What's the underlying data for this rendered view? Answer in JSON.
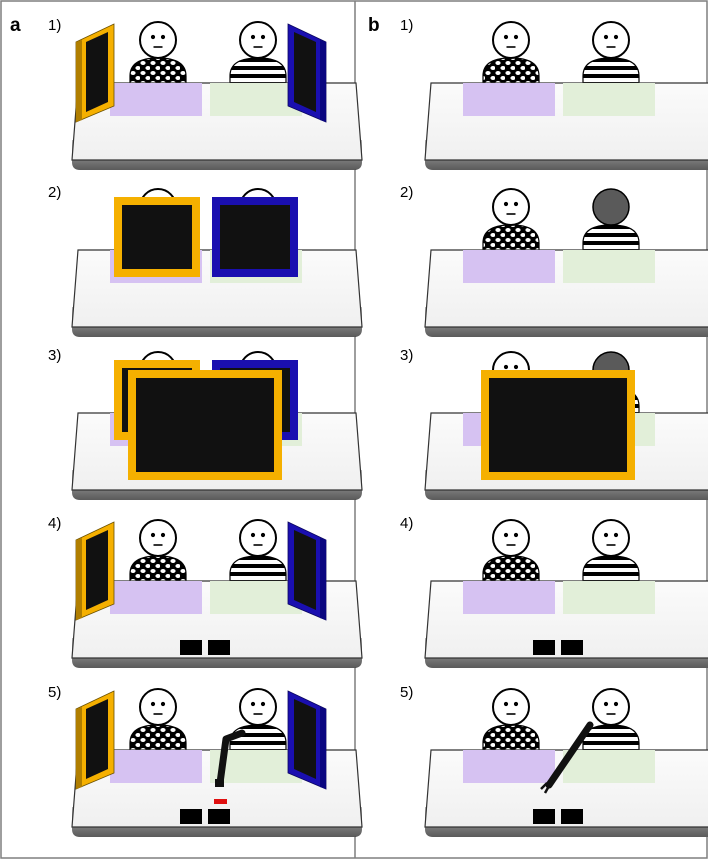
{
  "panels": [
    {
      "letter": "a",
      "steps": [
        {
          "label": "1)",
          "screens": "side-both",
          "occluders": [],
          "right_person": "normal",
          "blocks": false,
          "arm": false
        },
        {
          "label": "2)",
          "screens": "none",
          "occluders": [
            "small-orange",
            "small-blue"
          ],
          "right_person": "normal",
          "blocks": false,
          "arm": false
        },
        {
          "label": "3)",
          "screens": "none",
          "occluders": [
            "small-orange",
            "small-blue",
            "big-orange"
          ],
          "right_person": "normal",
          "blocks": false,
          "arm": false
        },
        {
          "label": "4)",
          "screens": "side-both",
          "occluders": [],
          "right_person": "normal",
          "blocks": true,
          "arm": false
        },
        {
          "label": "5)",
          "screens": "side-both",
          "occluders": [],
          "right_person": "normal",
          "blocks": true,
          "arm": "short"
        }
      ]
    },
    {
      "letter": "b",
      "steps": [
        {
          "label": "1)",
          "screens": "none",
          "occluders": [],
          "right_person": "normal",
          "blocks": false,
          "arm": false
        },
        {
          "label": "2)",
          "screens": "none",
          "occluders": [],
          "right_person": "shadow",
          "blocks": false,
          "arm": false
        },
        {
          "label": "3)",
          "screens": "none",
          "occluders": [
            "big-orange-center"
          ],
          "right_person": "shadow",
          "blocks": false,
          "arm": false
        },
        {
          "label": "4)",
          "screens": "none",
          "occluders": [],
          "right_person": "normal",
          "blocks": true,
          "arm": false
        },
        {
          "label": "5)",
          "screens": "none",
          "occluders": [],
          "right_person": "normal",
          "blocks": true,
          "arm": "long"
        }
      ]
    }
  ],
  "colors": {
    "orange": "#f5b000",
    "blue": "#1a0fb0",
    "screen_fill": "#111111",
    "purple_mat": "#d6c2f2",
    "green_mat": "#e2efd9",
    "shadow_head": "#5a5a5a",
    "red_marker": "#e01010",
    "frame_border": "#7f7f7f"
  }
}
